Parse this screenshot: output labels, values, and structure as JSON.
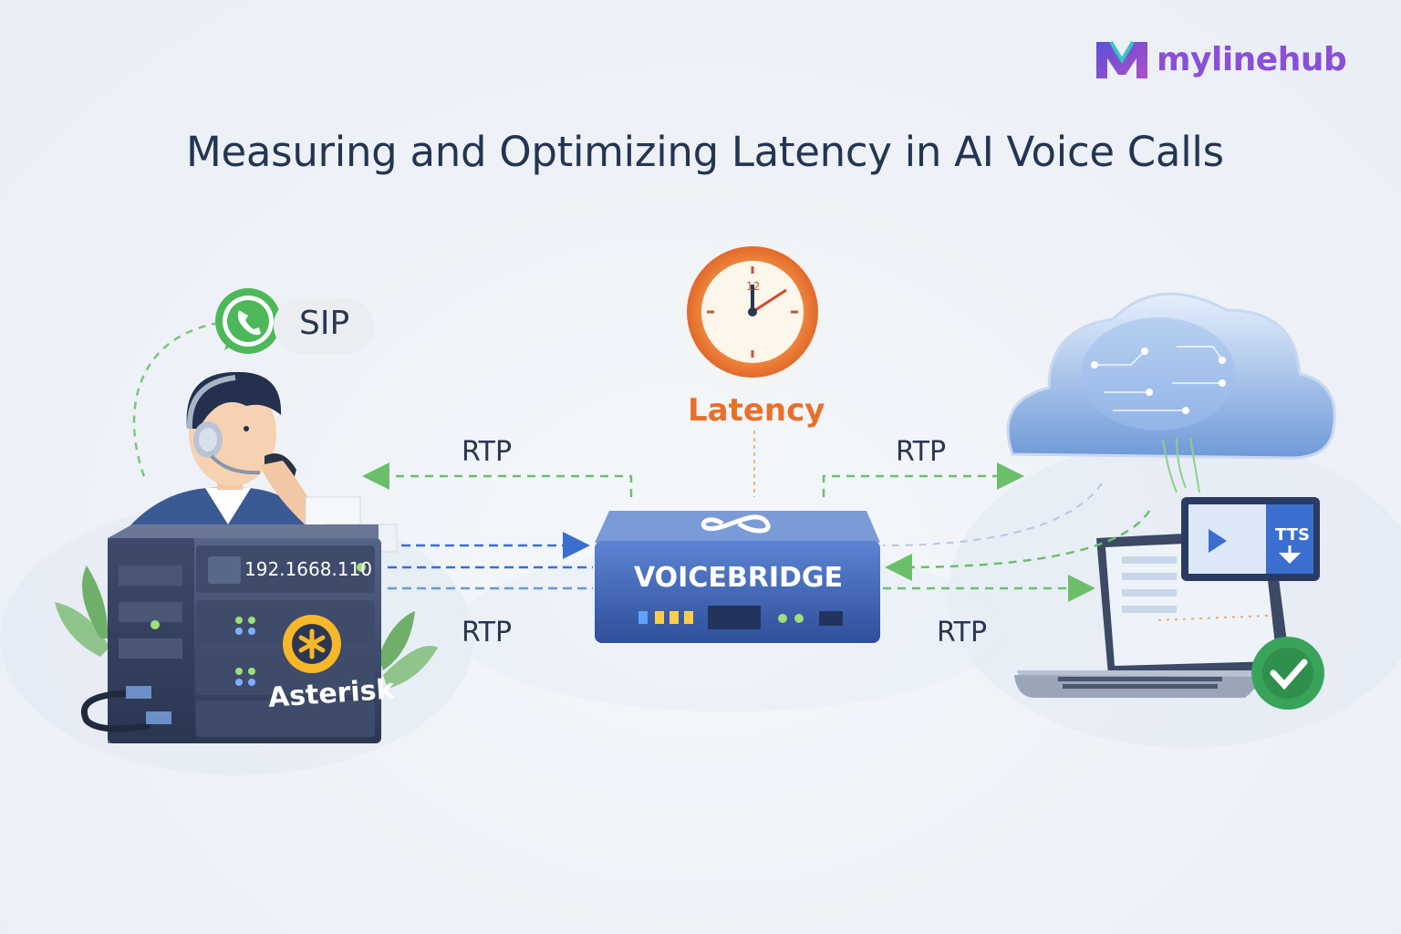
{
  "brand": {
    "name": "mylinehub",
    "color": "#8a4fd8"
  },
  "title": "Measuring and Optimizing Latency in AI Voice Calls",
  "nodes": {
    "sip": {
      "label": "SIP",
      "icon": "whatsapp-phone-icon"
    },
    "asterisk": {
      "label": "Asterisk",
      "ip": "192.1668.110",
      "icon": "asterisk-logo-icon"
    },
    "voicebridge": {
      "label": "VOICEBRIDGE",
      "icon": "infinity-icon"
    },
    "latency": {
      "label": "Latency",
      "icon": "clock-icon",
      "clock_number": "12"
    },
    "ai_cloud": {
      "icon": "ai-brain-cloud-icon"
    },
    "tts": {
      "label": "TTS",
      "icon": "tts-download-icon"
    }
  },
  "edges": {
    "rtp_top_left": "RTP",
    "rtp_top_right": "RTP",
    "rtp_bottom_left": "RTP",
    "rtp_bottom_right": "RTP"
  },
  "colors": {
    "title": "#243553",
    "latency": "#e8702a",
    "green_arrow": "#6cbf6a",
    "blue_arrow": "#3a6fd0",
    "server": "#3d4c68",
    "voicebridge": "#3d66b8"
  }
}
